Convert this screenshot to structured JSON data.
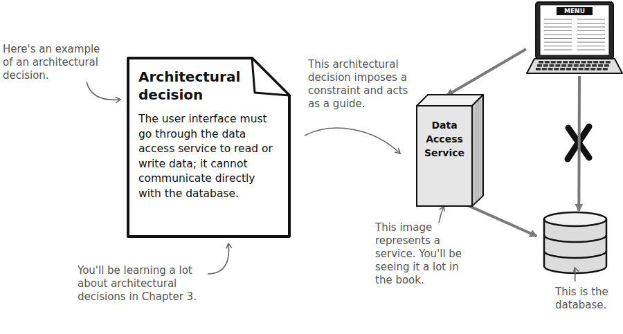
{
  "diagram": {
    "nodes": [
      {
        "text": [
          "Architectural decision",
          "The user interface must go through the data access service to read or write data; it cannot communicate directly with the database."
        ]
      },
      {
        "text": [
          "Data Access Service"
        ]
      },
      {
        "text": [
          "MENU"
        ]
      },
      {
        "text": [
          "This is the database."
        ]
      }
    ],
    "edges": [
      {
        "from": 2,
        "to": 1,
        "arrow": "to"
      },
      {
        "from": 1,
        "to": 3,
        "arrow": "to"
      },
      {
        "from": 2,
        "to": 3,
        "arrow": "to"
      }
    ],
    "labels": [
      "Here's an example of an architectural decision.",
      "This architectural decision imposes a constraint and acts as a guide.",
      "This image represents a service. You'll be seeing it a lot in the book.",
      "You'll be learning a lot about architectural decisions in Chapter 3."
    ]
  }
}
